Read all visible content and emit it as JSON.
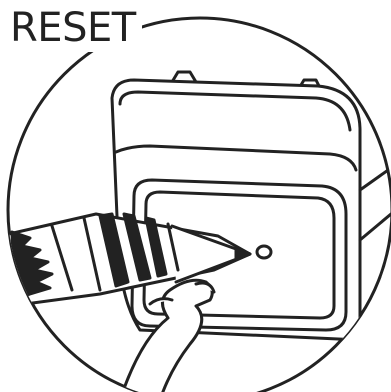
{
  "instruction": {
    "title": "RESET"
  },
  "illustration": {
    "subject-icon": "device-with-reset-pinhole",
    "tool-icon": "pencil",
    "hand-icon": "hand",
    "line_color": "#222222",
    "background_color": "#ffffff"
  }
}
